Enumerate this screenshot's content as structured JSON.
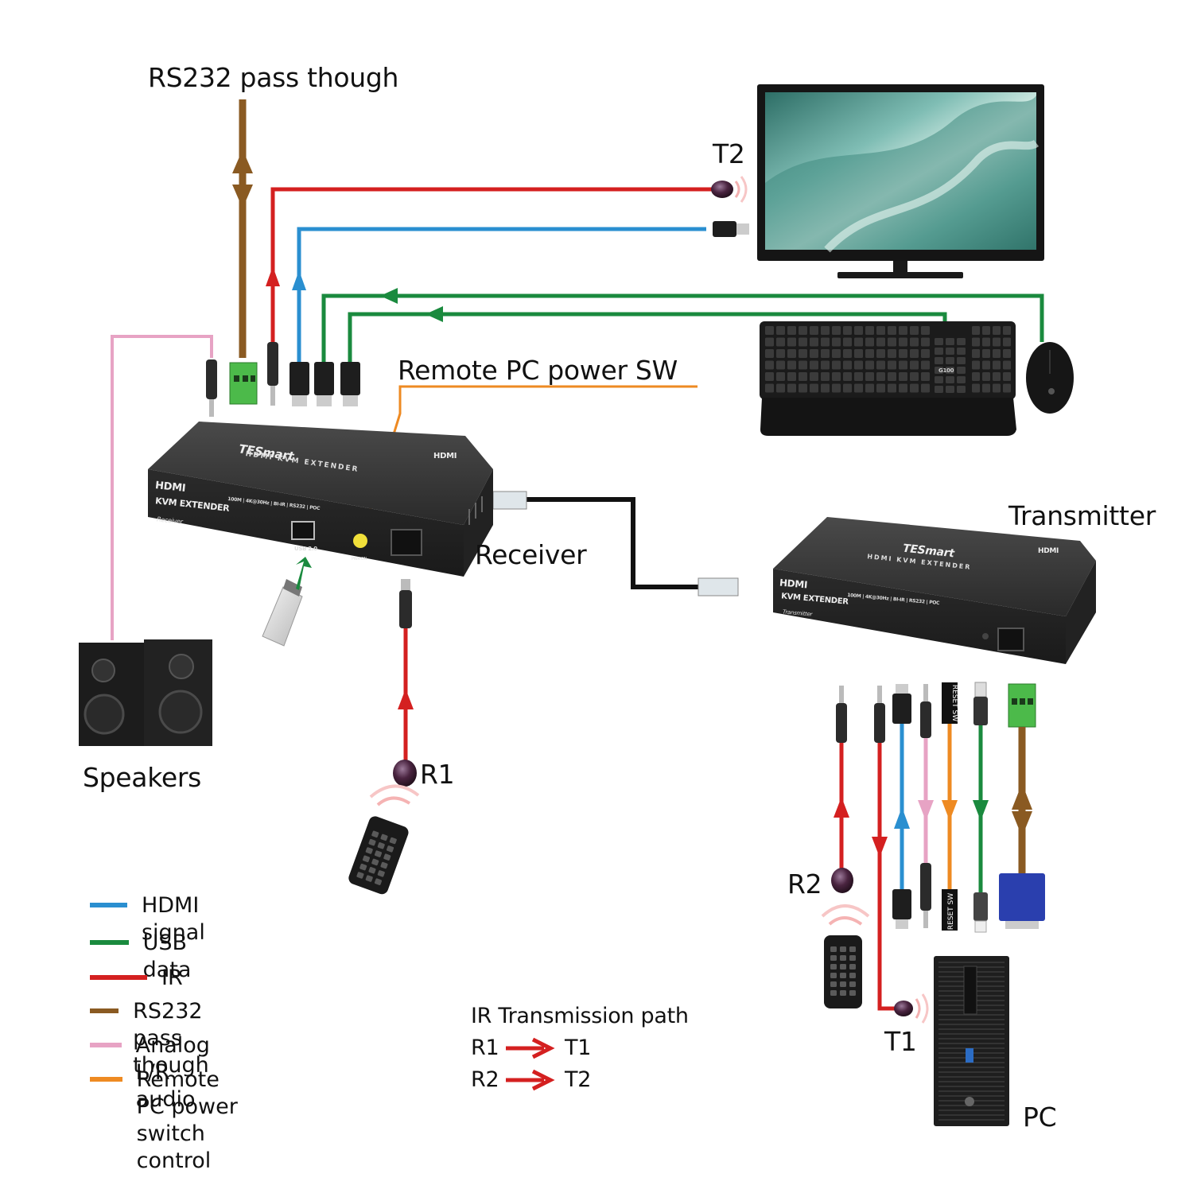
{
  "labels": {
    "rs232_top": "RS232 pass though",
    "t2": "T2",
    "remote_pc_power": "Remote PC power SW",
    "receiver": "Receiver",
    "transmitter": "Transmitter",
    "speakers": "Speakers",
    "r1": "R1",
    "r2": "R2",
    "t1": "T1",
    "pc": "PC"
  },
  "devices": {
    "receiver": {
      "brand": "TESmart",
      "product": "HDMI KVM EXTENDER",
      "hdmi_logo": "HDMI",
      "front_title": "KVM EXTENDER",
      "role": "Receiver",
      "specs": "100M | 4K@30Hz | BI-IR | RS232 | POC",
      "usb_port_label": "USB 2.0",
      "power_button_label": "PWR ON"
    },
    "transmitter": {
      "brand": "TESmart",
      "product": "HDMI KVM EXTENDER",
      "hdmi_logo": "HDMI",
      "front_title": "KVM EXTENDER",
      "role": "Transmitter",
      "specs": "100M | 4K@30Hz | BI-IR | RS232 | POC"
    },
    "keyboard_model": "G100",
    "reset_cable_top": "RESET SW",
    "reset_cable_bottom": "RESET SW"
  },
  "colors": {
    "hdmi": "#2a8fd0",
    "usb": "#1a8a3e",
    "ir": "#d42020",
    "rs232": "#8a5a22",
    "audio": "#e7a3c4",
    "power": "#ee8a22",
    "network": "#111111"
  },
  "legend": [
    {
      "key": "hdmi",
      "label": "HDMI signal"
    },
    {
      "key": "usb",
      "label": "USB data"
    },
    {
      "key": "ir",
      "label": "IR"
    },
    {
      "key": "rs232",
      "label": "RS232 pass though"
    },
    {
      "key": "audio",
      "label": "Analog L/R audio"
    },
    {
      "key": "power",
      "label": "Remote PC power",
      "label2": "switch control"
    }
  ],
  "ir_path": {
    "title": "IR Transmission path",
    "rows": [
      {
        "from": "R1",
        "to": "T1"
      },
      {
        "from": "R2",
        "to": "T2"
      }
    ]
  }
}
